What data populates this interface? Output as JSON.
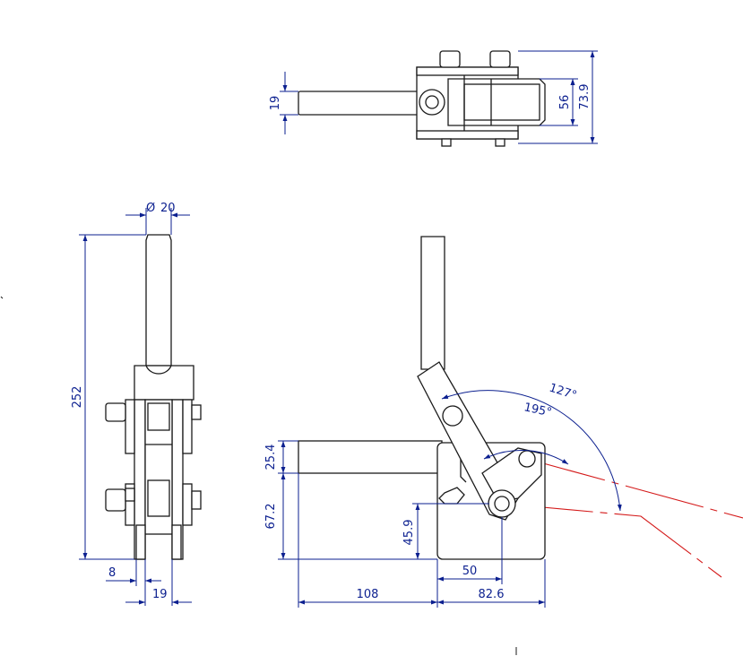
{
  "colors": {
    "outline": "#1a1a1a",
    "dimension": "#0b1f8f",
    "centerline": "#d41a1a",
    "fill": "#ffffff"
  },
  "dimensions": {
    "top_view": {
      "handle_diameter_top": "19",
      "inner_height": "56",
      "overall_height": "73.9"
    },
    "side_view": {
      "handle_diameter": "20",
      "diameter_symbol": "Ø",
      "overall_height": "252",
      "plate_thickness": "8",
      "bottom_width": "19"
    },
    "front_view": {
      "angle_open": "127°",
      "angle_swing": "195°",
      "upper_height": "25.4",
      "lower_height": "67.2",
      "pivot_height": "45.9",
      "pivot_offset": "50",
      "bar_length": "108",
      "base_length": "82.6"
    }
  }
}
